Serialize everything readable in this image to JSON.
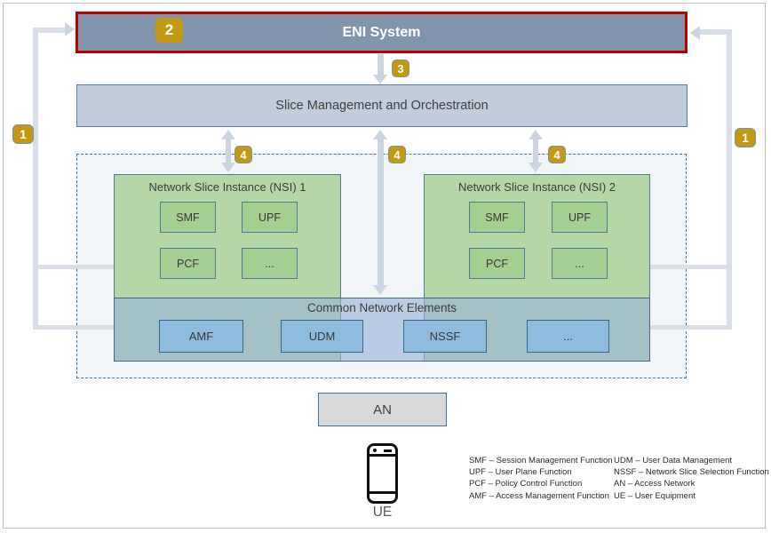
{
  "diagram": {
    "eni_title": "ENI System",
    "smo_title": "Slice Management and Orchestration",
    "cne_title": "Common Network Elements",
    "an_label": "AN",
    "ue_label": "UE"
  },
  "nsi": [
    {
      "title": "Network Slice Instance (NSI) 1",
      "functions": [
        "SMF",
        "UPF",
        "PCF",
        "..."
      ]
    },
    {
      "title": "Network Slice Instance (NSI) 2",
      "functions": [
        "SMF",
        "UPF",
        "PCF",
        "..."
      ]
    }
  ],
  "cne_functions": [
    "AMF",
    "UDM",
    "NSSF",
    "..."
  ],
  "badges": {
    "left_1": "1",
    "right_1": "1",
    "eni_2": "2",
    "eni_smo_3": "3",
    "four_left": "4",
    "four_mid": "4",
    "four_right": "4"
  },
  "legend": {
    "col1": [
      "SMF – Session Management Function",
      "UPF – User Plane Function",
      "PCF – Policy Control Function",
      "AMF – Access Management  Function"
    ],
    "col2": [
      "UDM – User Data Management",
      "NSSF – Network Slice Selection Function",
      "AN – Access Network",
      "UE – User Equipment"
    ]
  },
  "colors": {
    "eni_fill": "#8294ac",
    "eni_border": "#c00000",
    "smo_fill": "#c1cddc",
    "nsi_fill": "#b5d7a5",
    "nsi_function_fill": "#a5cf92",
    "cne_fill": "#99b6d8",
    "cne_function_fill": "#8fbcdc",
    "an_fill": "#d9d9d9",
    "badge_fill": "#c39812",
    "arrow": "#ccd4e2",
    "dashed_border": "#3f76a3"
  }
}
